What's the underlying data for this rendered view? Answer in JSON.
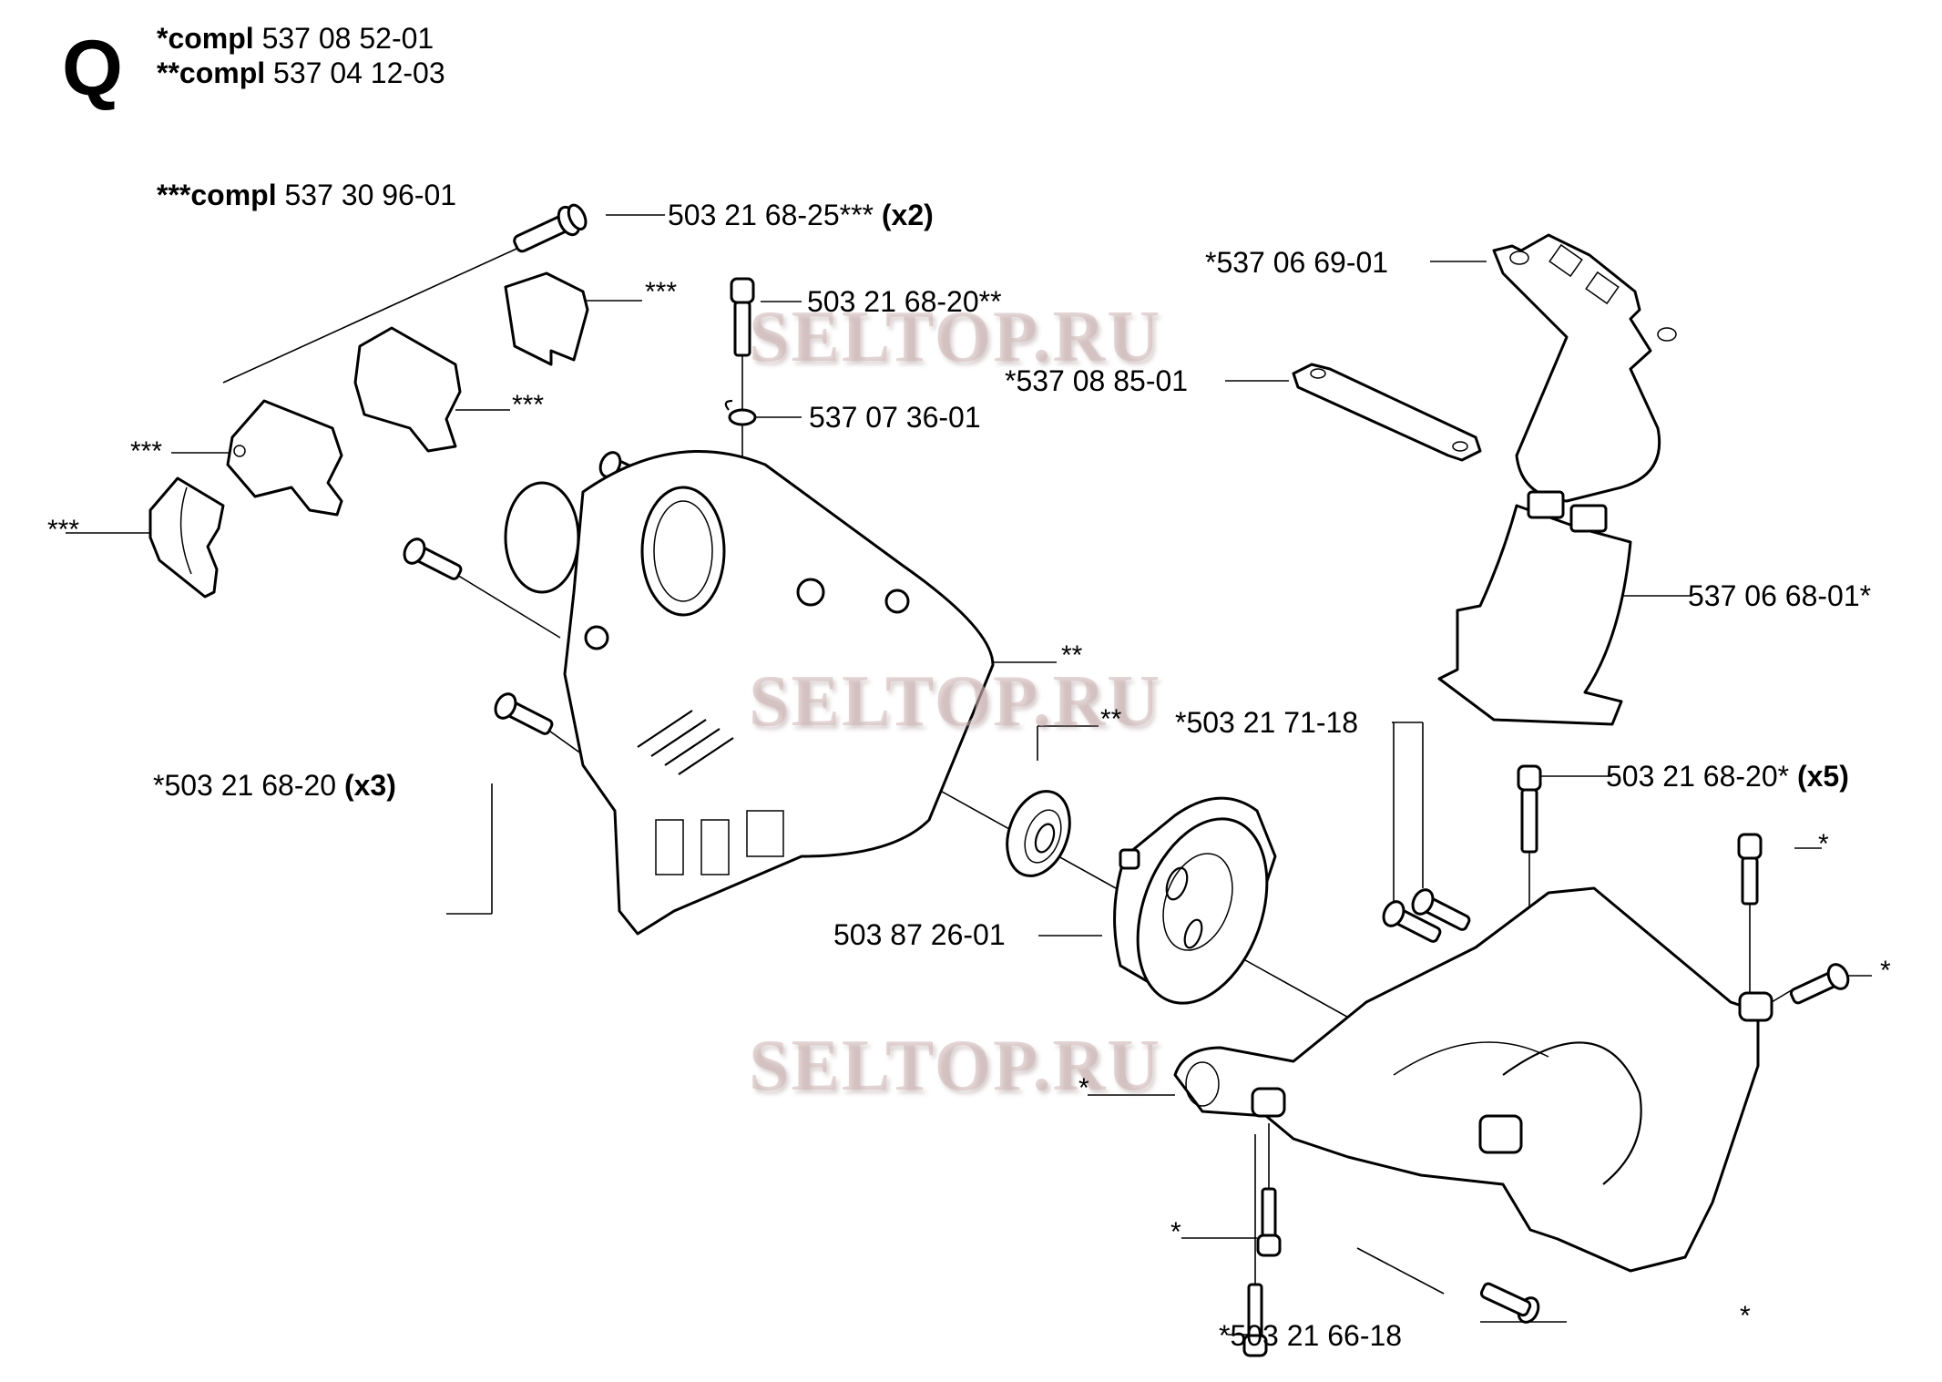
{
  "diagram": {
    "section_letter": "Q",
    "kits": [
      {
        "prefix": "*",
        "word": "compl",
        "number": "537 08 52-01"
      },
      {
        "prefix": "**",
        "word": "compl",
        "number": "537 04 12-03"
      },
      {
        "prefix": "***",
        "word": "compl",
        "number": "537 30 96-01"
      }
    ],
    "watermark": "SELTOP.RU",
    "parts": [
      {
        "id": "screw-top-left",
        "number": "503 21 68-25***",
        "qty": "(x2)"
      },
      {
        "id": "screw-crankcase-top",
        "number": "503 21 68-20**",
        "qty": ""
      },
      {
        "id": "spring-ring",
        "number": "537 07 36-01",
        "qty": ""
      },
      {
        "id": "gasket-large",
        "number": "*537 06 69-01",
        "qty": ""
      },
      {
        "id": "gasket-small",
        "number": "*537 08 85-01",
        "qty": ""
      },
      {
        "id": "intake-bracket",
        "number": "537 06 68-01*",
        "qty": ""
      },
      {
        "id": "screw-bracket",
        "number": "*503 21 71-18",
        "qty": ""
      },
      {
        "id": "screw-right",
        "number": "503 21 68-20*",
        "qty": "(x5)"
      },
      {
        "id": "screw-left",
        "number": "*503 21 68-20",
        "qty": "(x3)"
      },
      {
        "id": "clutch-drum",
        "number": "503 87 26-01",
        "qty": ""
      },
      {
        "id": "screw-bottom",
        "number": "*503 21 66-18",
        "qty": ""
      }
    ],
    "star_labels": {
      "clip-top": "***",
      "clip-mid": "***",
      "housing-left": "***",
      "shoe-left": "***",
      "crankcase-cover": "**",
      "bearing": "**",
      "crankcase-flange": "*",
      "screw-r1": "*",
      "screw-r2": "*",
      "screw-b1": "*",
      "screw-b2": "*"
    }
  }
}
